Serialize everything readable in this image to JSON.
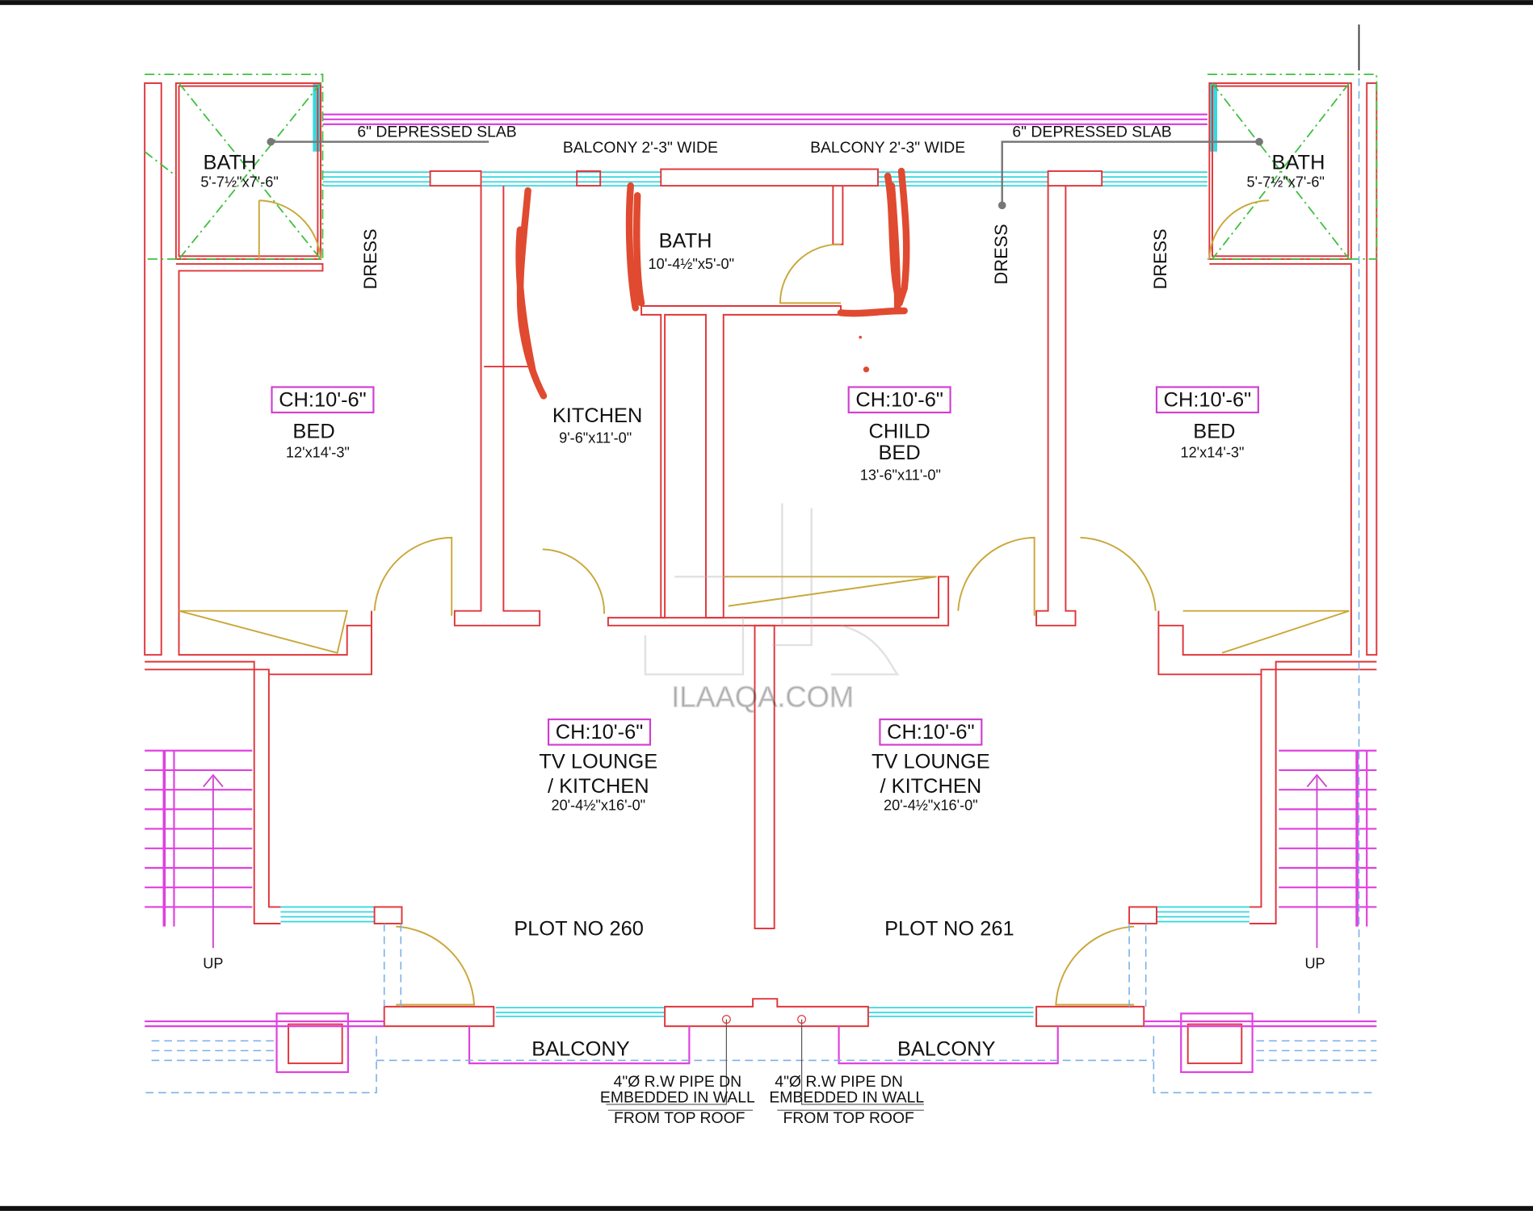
{
  "plan": {
    "depressed_slab_left": "6\" DEPRESSED SLAB",
    "depressed_slab_right": "6\" DEPRESSED SLAB",
    "balcony_top_left": "BALCONY 2'-3\" WIDE",
    "balcony_top_right": "BALCONY 2'-3\" WIDE",
    "rooms": {
      "bath_left": {
        "name": "BATH",
        "size": "5'-7½\"x7'-6\""
      },
      "bath_right": {
        "name": "BATH",
        "size": "5'-7½\"x7'-6\""
      },
      "bath_center": {
        "name": "BATH",
        "size": "10'-4½\"x5'-0\""
      },
      "dress_1": "DRESS",
      "dress_2": "DRESS",
      "dress_3": "DRESS",
      "bed_left": {
        "ch": "CH:10'-6\"",
        "name": "BED",
        "size": "12'x14'-3\""
      },
      "kitchen": {
        "name": "KITCHEN",
        "size": "9'-6\"x11'-0\""
      },
      "child_bed": {
        "ch": "CH:10'-6\"",
        "name1": "CHILD",
        "name2": "BED",
        "size": "13'-6\"x11'-0\""
      },
      "bed_right": {
        "ch": "CH:10'-6\"",
        "name": "BED",
        "size": "12'x14'-3\""
      },
      "lounge_left": {
        "ch": "CH:10'-6\"",
        "name1": "TV LOUNGE",
        "name2": "/ KITCHEN",
        "size": "20'-4½\"x16'-0\""
      },
      "lounge_right": {
        "ch": "CH:10'-6\"",
        "name1": "TV LOUNGE",
        "name2": "/ KITCHEN",
        "size": "20'-4½\"x16'-0\""
      }
    },
    "plot_left": "PLOT NO 260",
    "plot_right": "PLOT NO 261",
    "stair_left": "UP",
    "stair_right": "UP",
    "balcony_bottom_left": "BALCONY",
    "balcony_bottom_right": "BALCONY",
    "pipe_left": {
      "l1": "4\"Ø R.W PIPE DN",
      "l2": "EMBEDDED IN WALL",
      "l3": "FROM TOP ROOF"
    },
    "pipe_right": {
      "l1": "4\"Ø R.W PIPE DN",
      "l2": "EMBEDDED IN WALL",
      "l3": "FROM TOP ROOF"
    },
    "watermark": "ILAAQA.COM"
  },
  "colors": {
    "wall": "#e0353a",
    "window": "#38d8e0",
    "slab": "#e040e0",
    "door": "#c9a83a",
    "markup": "#e04a30"
  }
}
